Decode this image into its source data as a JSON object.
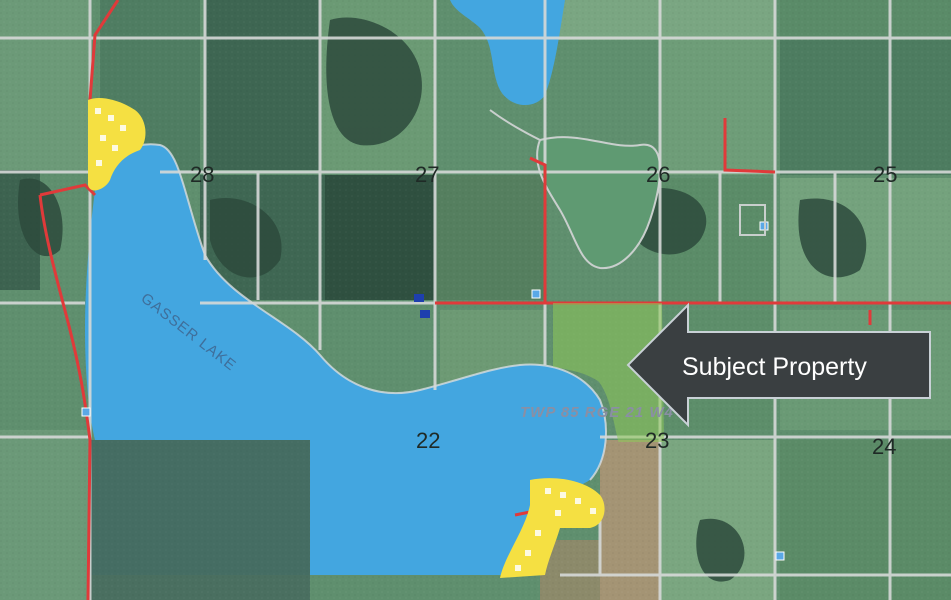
{
  "map": {
    "lake_label": "GASSER LAKE",
    "township_label": "TWP 85 RGE 21 W4",
    "callout": {
      "text": "Subject Property",
      "background_color": "#3a3f41",
      "border_color": "#c9d1d6"
    },
    "sections": [
      "28",
      "27",
      "26",
      "25",
      "22",
      "23",
      "24"
    ],
    "colors": {
      "water": "#43a6e0",
      "road": "#e03a3a",
      "subject_parcel": "#8fc95a",
      "development": "#f5e042",
      "farmland": "#5f8f6e",
      "trees": "#2d4a3c",
      "section_line": "#d6d9d8"
    },
    "icons": [
      "building-icon"
    ]
  }
}
